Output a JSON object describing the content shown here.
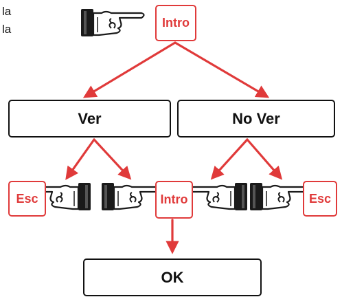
{
  "notes": [
    "la",
    "la"
  ],
  "keys": {
    "intro_top": "Intro",
    "intro_bottom": "Intro",
    "esc_left": "Esc",
    "esc_right": "Esc"
  },
  "boxes": {
    "ver": "Ver",
    "no_ver": "No Ver",
    "ok": "OK"
  },
  "colors": {
    "arrow": "#e03a3a",
    "key_border": "#e03a3a",
    "box_border": "#111111",
    "hand_fill": "#1a1a1a"
  },
  "icons": [
    "pointing-hand-icon"
  ]
}
